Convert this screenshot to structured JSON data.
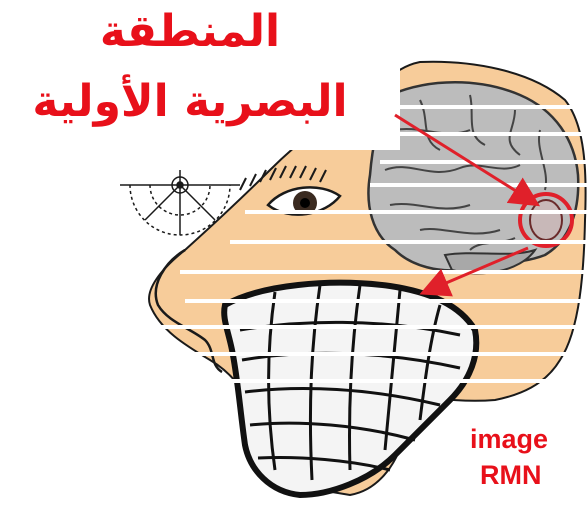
{
  "title_lines": [
    "المنطقة",
    "البصرية الأولية"
  ],
  "label_lines": [
    "image",
    "RMN"
  ],
  "colors": {
    "text": "#e8101a",
    "arrow": "#e0202a",
    "skin": "#f7cc9a",
    "brain": "#bcbcbc",
    "brain_outline": "#333333",
    "outline": "#1a1a1a",
    "scan_lines": "#ffffff"
  }
}
